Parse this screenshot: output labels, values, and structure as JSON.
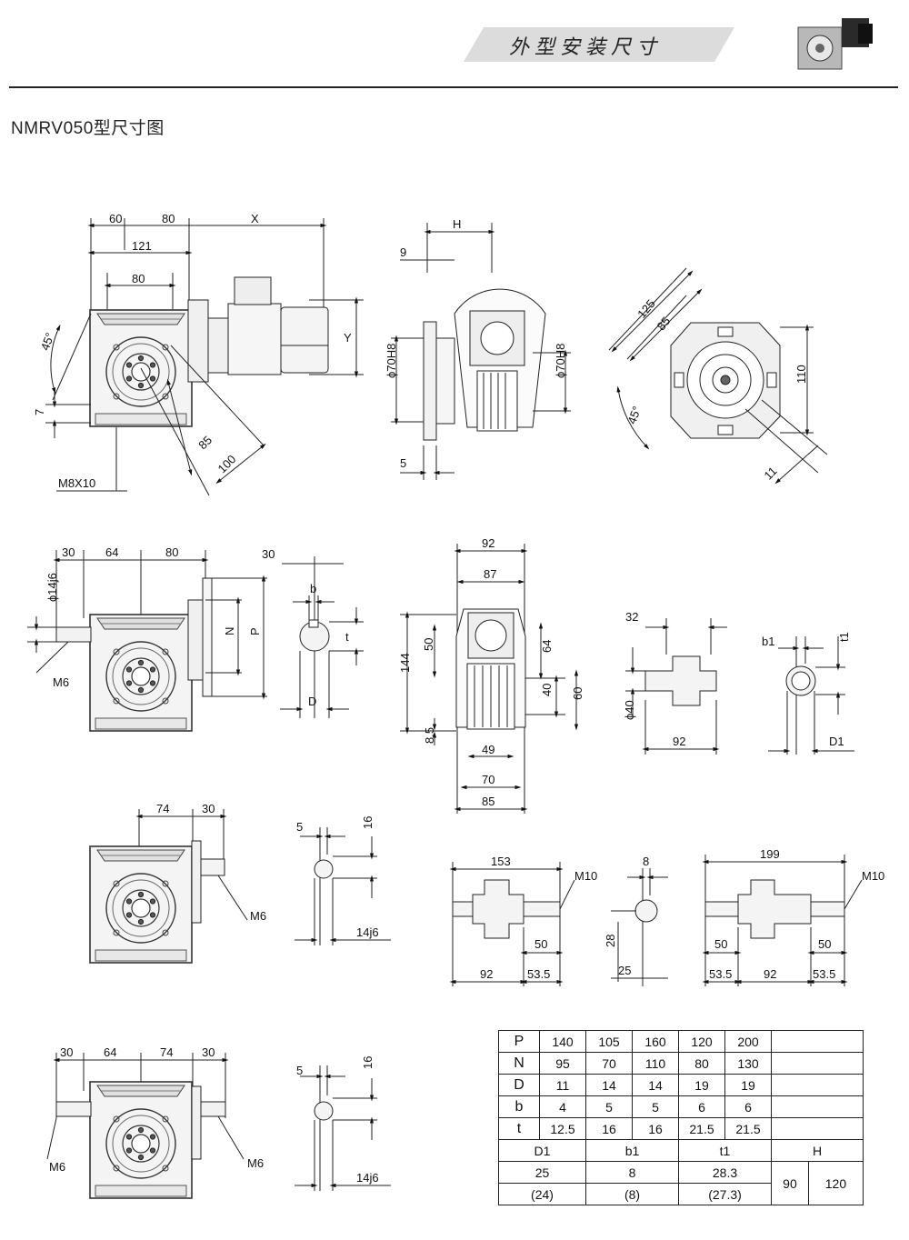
{
  "header": {
    "banner_text": "外型安装尺寸"
  },
  "page_title": "NMRV050型尺寸图",
  "icons": {
    "product_thumbnail": "gear-motor-thumbnail-icon"
  },
  "view1": {
    "dim_60": "60",
    "dim_80_top": "80",
    "dim_x": "X",
    "dim_121": "121",
    "dim_80": "80",
    "dim_y": "Y",
    "dim_45": "45°",
    "dim_7": "7",
    "dim_85": "85",
    "dim_100": "100",
    "dim_m8x10": "M8X10"
  },
  "view2": {
    "dim_h": "H",
    "dim_9": "9",
    "dim_phi70_left": "ϕ70H8",
    "dim_phi70_right": "ϕ70H8",
    "dim_5": "5"
  },
  "view3": {
    "dim_125": "125",
    "dim_85": "85",
    "dim_110": "110",
    "dim_45": "45°",
    "dim_11": "11"
  },
  "view4": {
    "dim_30": "30",
    "dim_64": "64",
    "dim_80": "80",
    "dim_phi14": "ϕ14j6",
    "dim_m6": "M6",
    "dim_n": "N",
    "dim_p": "P"
  },
  "view5": {
    "dim_30": "30",
    "dim_b": "b",
    "dim_t": "t",
    "dim_d": "D"
  },
  "view6": {
    "dim_92": "92",
    "dim_87": "87",
    "dim_144": "144",
    "dim_50": "50",
    "dim_64": "64",
    "dim_40": "40",
    "dim_60": "60",
    "dim_85a": "8.5",
    "dim_49": "49",
    "dim_70": "70",
    "dim_85": "85"
  },
  "view7": {
    "dim_32": "32",
    "dim_phi40": "ϕ40",
    "dim_92": "92"
  },
  "view8": {
    "dim_b1": "b1",
    "dim_t1": "t1",
    "dim_d1": "D1"
  },
  "view9": {
    "dim_74": "74",
    "dim_30": "30",
    "dim_m6": "M6"
  },
  "view10": {
    "dim_5": "5",
    "dim_16": "16",
    "dim_14j6": "14j6"
  },
  "view11": {
    "dim_153": "153",
    "dim_m10": "M10",
    "dim_50": "50",
    "dim_92": "92",
    "dim_535": "53.5"
  },
  "view12": {
    "dim_8": "8",
    "dim_28": "28",
    "dim_25": "25"
  },
  "view13": {
    "dim_199": "199",
    "dim_m10": "M10",
    "dim_50l": "50",
    "dim_50r": "50",
    "dim_535l": "53.5",
    "dim_92": "92",
    "dim_535r": "53.5"
  },
  "view14": {
    "dim_30l": "30",
    "dim_64": "64",
    "dim_74": "74",
    "dim_30r": "30",
    "dim_m6l": "M6",
    "dim_m6r": "M6"
  },
  "view15": {
    "dim_5": "5",
    "dim_16": "16",
    "dim_14j6": "14j6"
  },
  "table": {
    "rows": [
      {
        "label": "P",
        "values": [
          "140",
          "105",
          "160",
          "120",
          "200"
        ]
      },
      {
        "label": "N",
        "values": [
          "95",
          "70",
          "110",
          "80",
          "130"
        ]
      },
      {
        "label": "D",
        "values": [
          "11",
          "14",
          "14",
          "19",
          "19"
        ]
      },
      {
        "label": "b",
        "values": [
          "4",
          "5",
          "5",
          "6",
          "6"
        ]
      },
      {
        "label": "t",
        "values": [
          "12.5",
          "16",
          "16",
          "21.5",
          "21.5"
        ]
      }
    ],
    "lower_headers": [
      "D1",
      "b1",
      "t1",
      "H"
    ],
    "lower_row1": [
      "25",
      "8",
      "28.3"
    ],
    "lower_row2": [
      "(24)",
      "(8)",
      "(27.3)"
    ],
    "h_values": [
      "90",
      "120"
    ]
  }
}
